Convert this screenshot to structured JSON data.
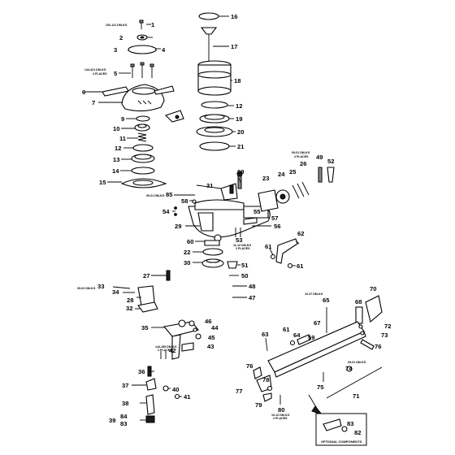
{
  "callouts": [
    "16",
    "2",
    "17",
    "3",
    "5",
    "18",
    "6",
    "7",
    "12",
    "9",
    "19",
    "10",
    "20",
    "11",
    "21",
    "12",
    "13",
    "14",
    "15",
    "69",
    "23",
    "24",
    "26",
    "49",
    "52",
    "31",
    "25",
    "85",
    "58",
    "54",
    "57",
    "29",
    "55",
    "56",
    "53",
    "62",
    "60",
    "22",
    "61",
    "30",
    "51",
    "61",
    "27",
    "50",
    "33",
    "34",
    "48",
    "28",
    "47",
    "70",
    "65",
    "68",
    "32",
    "72",
    "46",
    "67",
    "35",
    "44",
    "59",
    "61",
    "64",
    "73",
    "45",
    "63",
    "42",
    "43",
    "76",
    "74",
    "76",
    "36",
    "75",
    "40",
    "77",
    "79",
    "41",
    "38",
    "80",
    "71",
    "83",
    "39",
    "84",
    "83",
    "82",
    "37",
    "78"
  ],
  "notes": {
    "n1": "100-121 DM-KG",
    "n2": "144-321 DM-KG",
    "n2b": "4 PLACES",
    "n3": "09-01 DM-KG",
    "n3b": "4 PLACES",
    "n4": "09-01 DM-KG",
    "n5": "11-12 DM-KG",
    "n5b": "2 PLACES",
    "n6": "09-02 DM-KG",
    "n7": "10-37 DM-KG",
    "n8": "144-189 DM-KG",
    "n8b": "2 PLACES",
    "n9": "09-01 DM-KG",
    "n10": "10-12 DM-KG",
    "n10b": "2 PLACES"
  },
  "optional_box": {
    "label": "OPTIONAL COMPONENTS"
  }
}
